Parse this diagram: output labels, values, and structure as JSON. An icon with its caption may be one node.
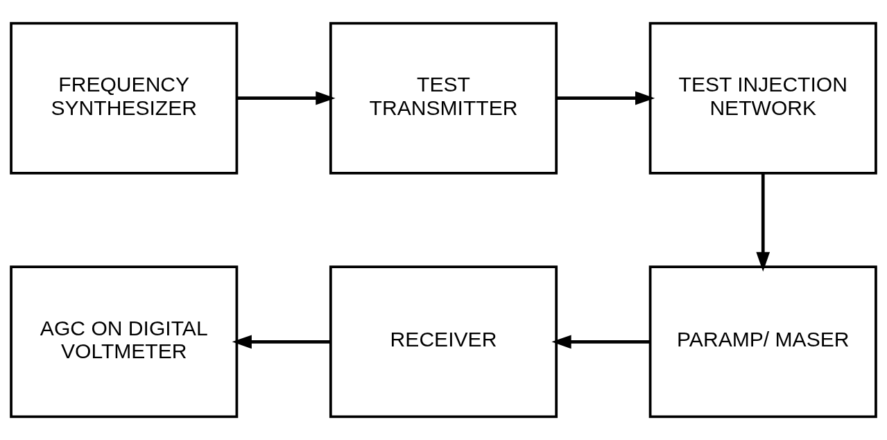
{
  "diagram": {
    "nodes": [
      {
        "text": [
          "FREQUENCY SYNTHESIZER"
        ]
      },
      {
        "text": [
          "TEST TRANSMITTER"
        ]
      },
      {
        "text": [
          "TEST INJECTION NETWORK"
        ]
      },
      {
        "text": [
          "AGC ON DIGITAL VOLTMETER"
        ]
      },
      {
        "text": [
          "RECEIVER"
        ]
      },
      {
        "text": [
          "PARAMP/ MASER"
        ]
      }
    ],
    "edges": [
      {
        "from": 0,
        "to": 1,
        "arrow": "to"
      },
      {
        "from": 1,
        "to": 2,
        "arrow": "to"
      },
      {
        "from": 2,
        "to": 5,
        "arrow": "to"
      },
      {
        "from": 5,
        "to": 4,
        "arrow": "to"
      },
      {
        "from": 4,
        "to": 3,
        "arrow": "to"
      }
    ]
  }
}
